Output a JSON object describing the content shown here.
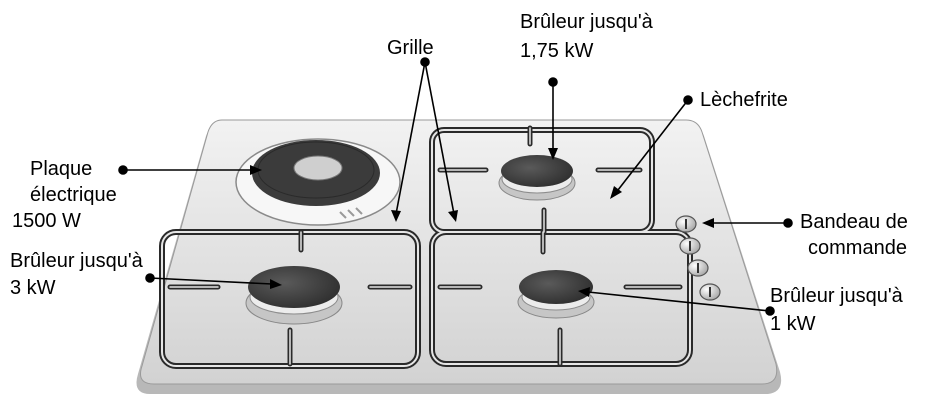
{
  "labels": {
    "grille": "Grille",
    "bruleur_175_line1": "Brûleur jusqu'à",
    "bruleur_175_line2": "1,75 kW",
    "lechefrite": "Lèchefrite",
    "plaque_line1": "Plaque",
    "plaque_line2": "électrique",
    "plaque_line3": "1500 W",
    "bandeau_line1": "Bandeau de",
    "bandeau_line2": "commande",
    "bruleur_3_line1": "Brûleur jusqu'à",
    "bruleur_3_line2": "3 kW",
    "bruleur_1_line1": "Brûleur jusqu'à",
    "bruleur_1_line2": "1 kW"
  },
  "colors": {
    "cooktop_surface": "#e0e0e0",
    "grid_rod": "#3a3a3a",
    "burner_cap": "#3d3d3d",
    "callout": "#000000"
  },
  "icons": {
    "control_knob": "knob-icon"
  }
}
